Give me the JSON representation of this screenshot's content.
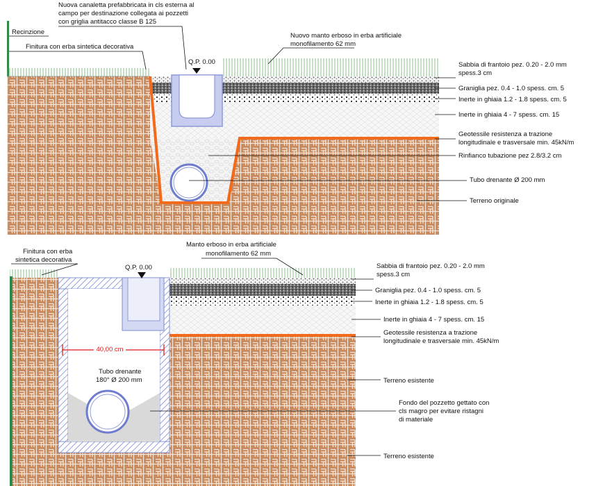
{
  "top_section": {
    "label_channel_1": "Nuova canaletta prefabbricata in cls esterna al",
    "label_channel_2": "campo per destinazione collegata ai pozzetti",
    "label_channel_3": "con griglia antitacco classe B 125",
    "label_fence": "Recinzione",
    "label_finish": "Finitura con erba sintetica decorativa",
    "label_turf_1": "Nuovo manto erboso in erba artificiale",
    "label_turf_2": "monofilamento 62 mm",
    "label_qp": "Q.P. 0.00",
    "label_sand_1": "Sabbia di frantoio pez. 0.20 - 2.0 mm",
    "label_sand_2": "spess.3 cm",
    "label_gravel": "Graniglia pez. 0.4 - 1.0 spess. cm. 5",
    "label_inert_small": "Inerte in ghiaia 1.2 - 1.8 spess. cm. 5",
    "label_inert_big": "Inerte in ghiaia 4 - 7 spess. cm. 15",
    "label_geo_1": "Geotessile resistenza a trazione",
    "label_geo_2": "longitudinale e trasversale min. 45kN/m",
    "label_backfill": "Rinfianco tubazione pez 2.8/3.2 cm",
    "label_pipe": "Tubo drenante Ø 200 mm",
    "label_soil": "Terreno originale"
  },
  "bottom_section": {
    "label_finish_1": "Finitura con erba",
    "label_finish_2": "sintetica decorativa",
    "label_turf_1": "Manto erboso in erba artificiale",
    "label_turf_2": "monofilamento 62 mm",
    "label_qp": "Q.P. 0.00",
    "label_sand_1": "Sabbia di frantoio pez. 0.20 - 2.0 mm",
    "label_sand_2": "spess.3 cm",
    "label_gravel": "Graniglia pez. 0.4 - 1.0 spess. cm. 5",
    "label_inert_small": "Inerte in ghiaia 1.2 - 1.8 spess. cm. 5",
    "label_inert_big": "Inerte in ghiaia 4 - 7 spess. cm. 15",
    "label_geo_1": "Geotessile resistenza a trazione",
    "label_geo_2": "longitudinale e trasversale min. 45kN/m",
    "label_dimension": "40,00  cm",
    "label_pipe_1": "Tubo drenante",
    "label_pipe_2": "180° Ø 200 mm",
    "label_soil_1": "Terreno esistente",
    "label_bottom_1": "Fondo del pozzetto gettato con",
    "label_bottom_2": "cls magro per evitare ristagni",
    "label_bottom_3": "di materiale",
    "label_soil_2": "Terreno esistente"
  },
  "colors": {
    "soil": "#c98a5e",
    "soil_line": "#f4e6d8",
    "geotextile": "#f26a1b",
    "concrete_blue": "#8e9ad6",
    "grass": "#6db36d",
    "hatch_blue": "#6d7ccc"
  }
}
